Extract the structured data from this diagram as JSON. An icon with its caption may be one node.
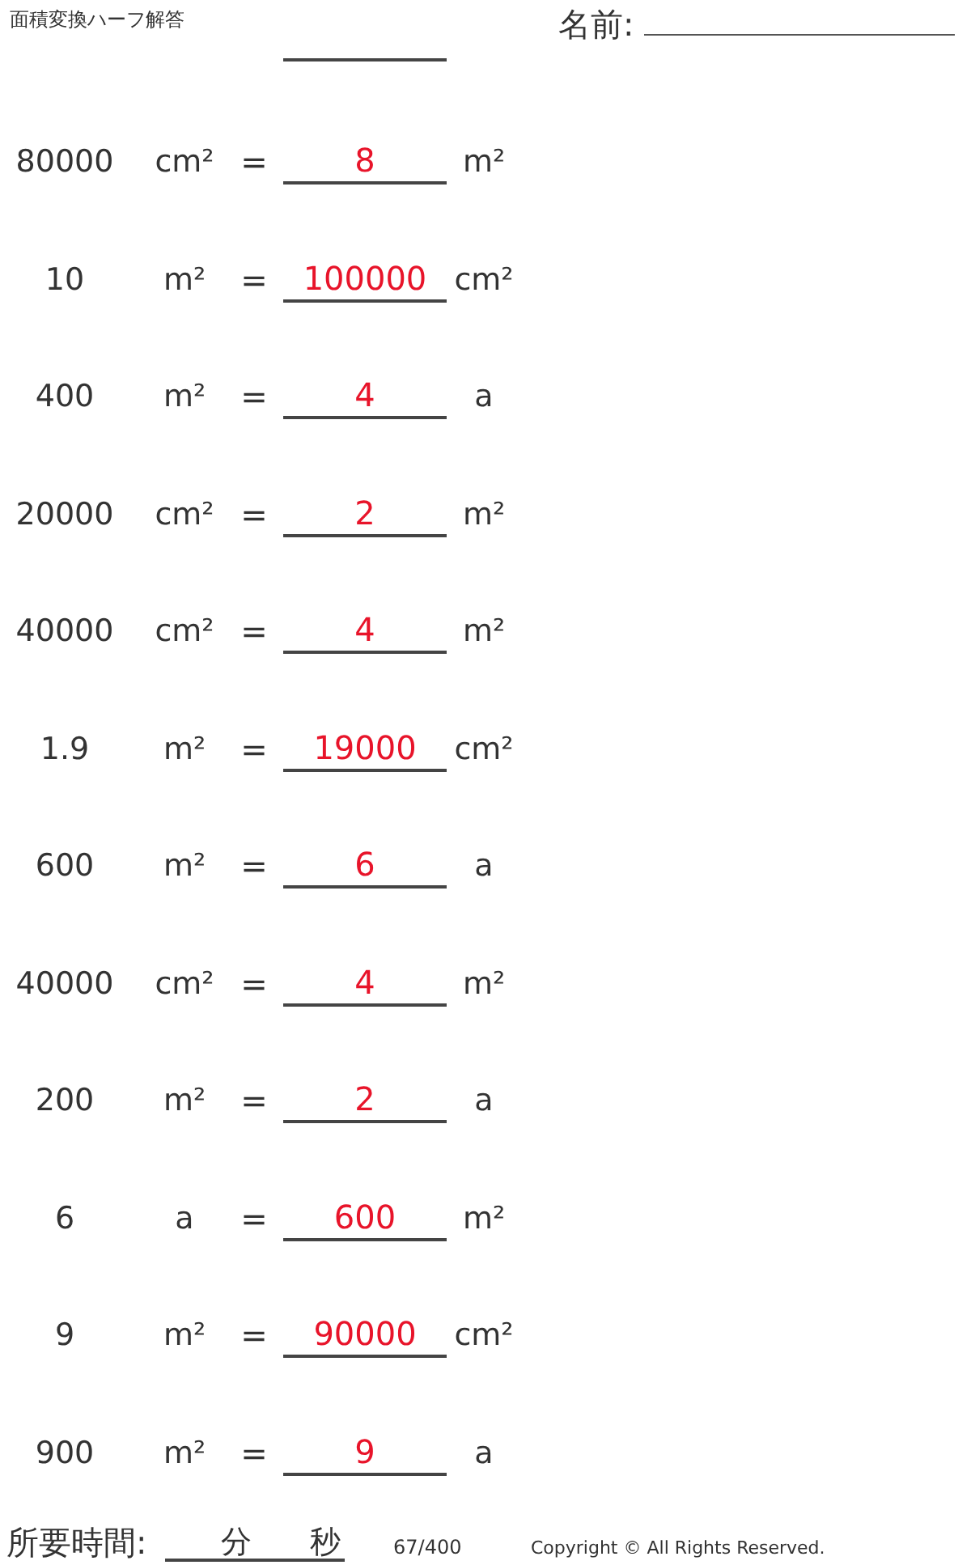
{
  "diagram": {
    "title": "面積変換ハーフ解答",
    "labels": [
      "名前:",
      "80000",
      "cm²",
      "=",
      "8",
      "m²",
      "10",
      "m²",
      "=",
      "100000",
      "cm²",
      "400",
      "m²",
      "=",
      "4",
      "a",
      "20000",
      "cm²",
      "=",
      "2",
      "m²",
      "40000",
      "cm²",
      "=",
      "4",
      "m²",
      "1.9",
      "m²",
      "=",
      "19000",
      "cm²",
      "600",
      "m²",
      "=",
      "6",
      "a",
      "40000",
      "cm²",
      "=",
      "4",
      "m²",
      "200",
      "m²",
      "=",
      "2",
      "a",
      "6",
      "a",
      "=",
      "600",
      "m²",
      "9",
      "m²",
      "=",
      "90000",
      "cm²",
      "900",
      "m²",
      "=",
      "9",
      "a",
      "所要時間:",
      "分",
      "秒",
      "67/400",
      "Copyright © All Rights Reserved."
    ]
  }
}
